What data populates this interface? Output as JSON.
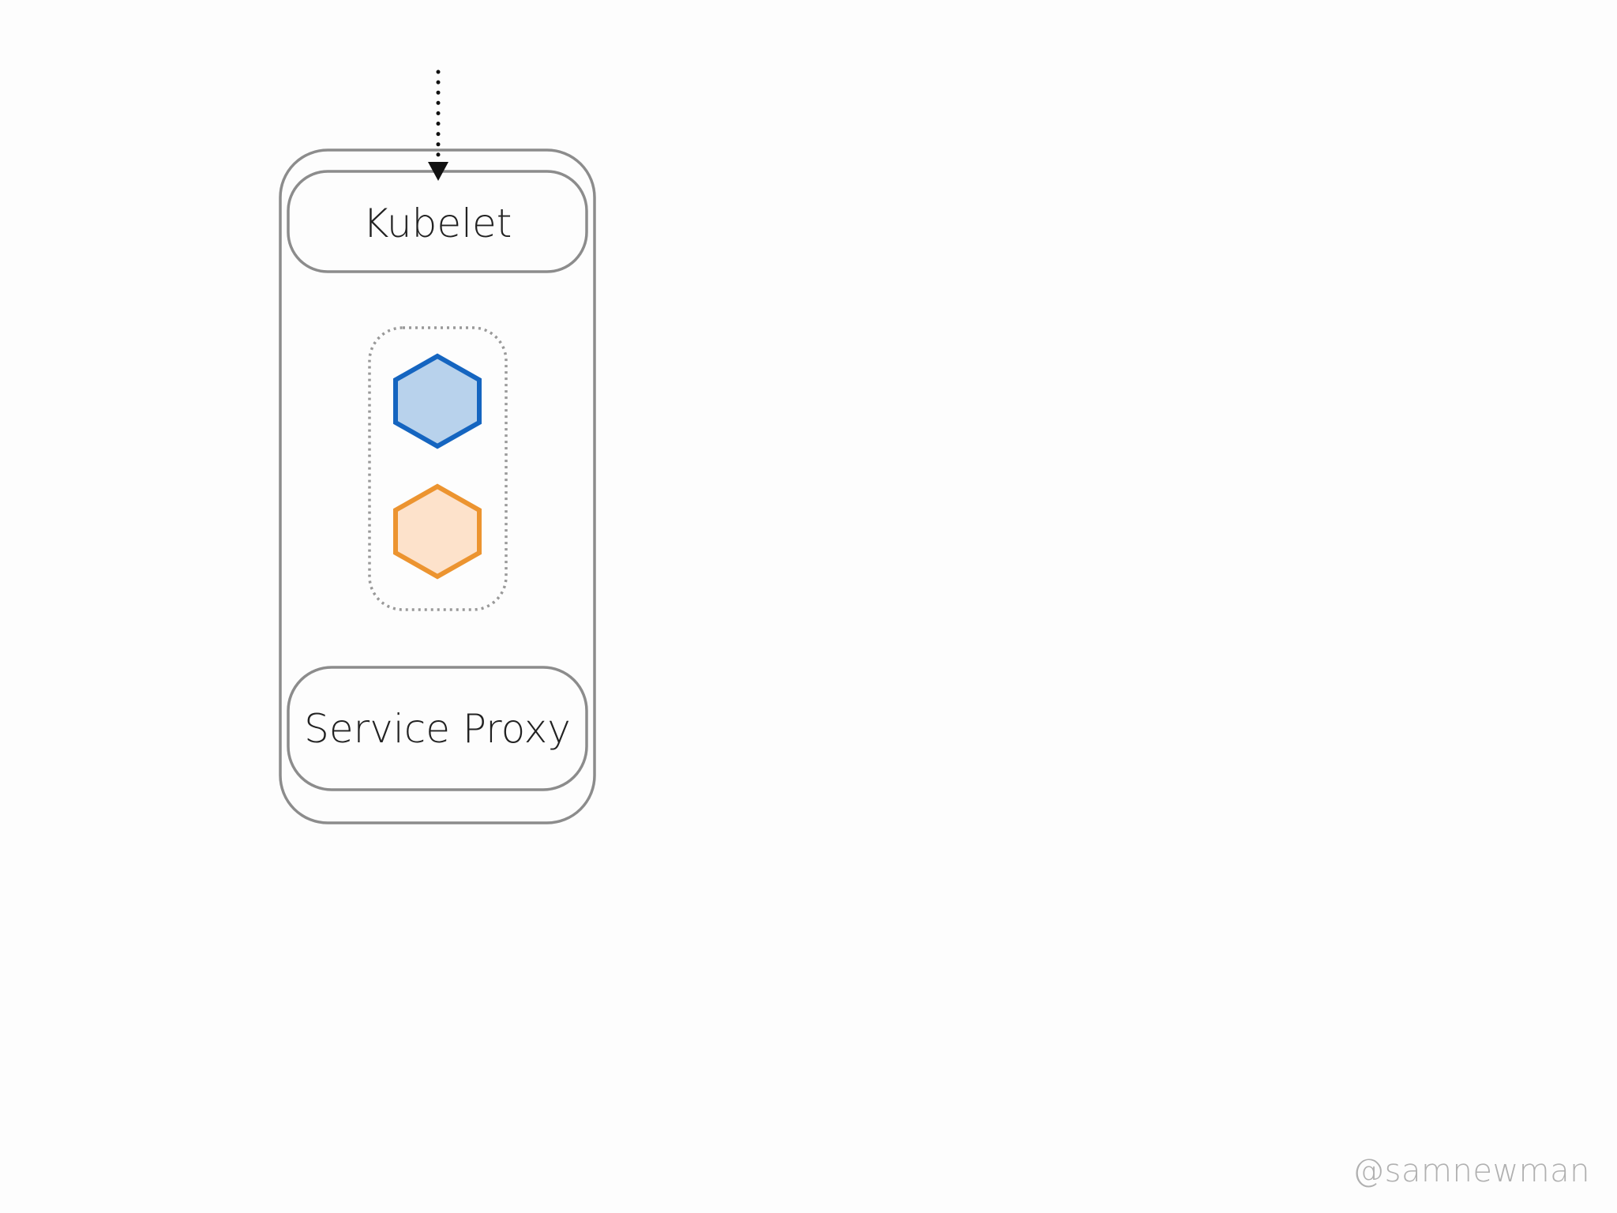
{
  "node": {
    "kubelet_label": "Kubelet",
    "service_proxy_label": "Service Proxy"
  },
  "pod": {
    "containers": [
      {
        "name": "blue-hexagon-icon",
        "stroke": "#1565c0",
        "fill": "#b8d2ec"
      },
      {
        "name": "orange-hexagon-icon",
        "stroke": "#ec9430",
        "fill": "#fde2cb"
      }
    ]
  },
  "colors": {
    "outline": "#8c8c8c",
    "pod_outline": "#999999",
    "arrow": "#111111",
    "text": "#222222",
    "watermark": "#b0b0b0"
  },
  "watermark": "@samnewman"
}
